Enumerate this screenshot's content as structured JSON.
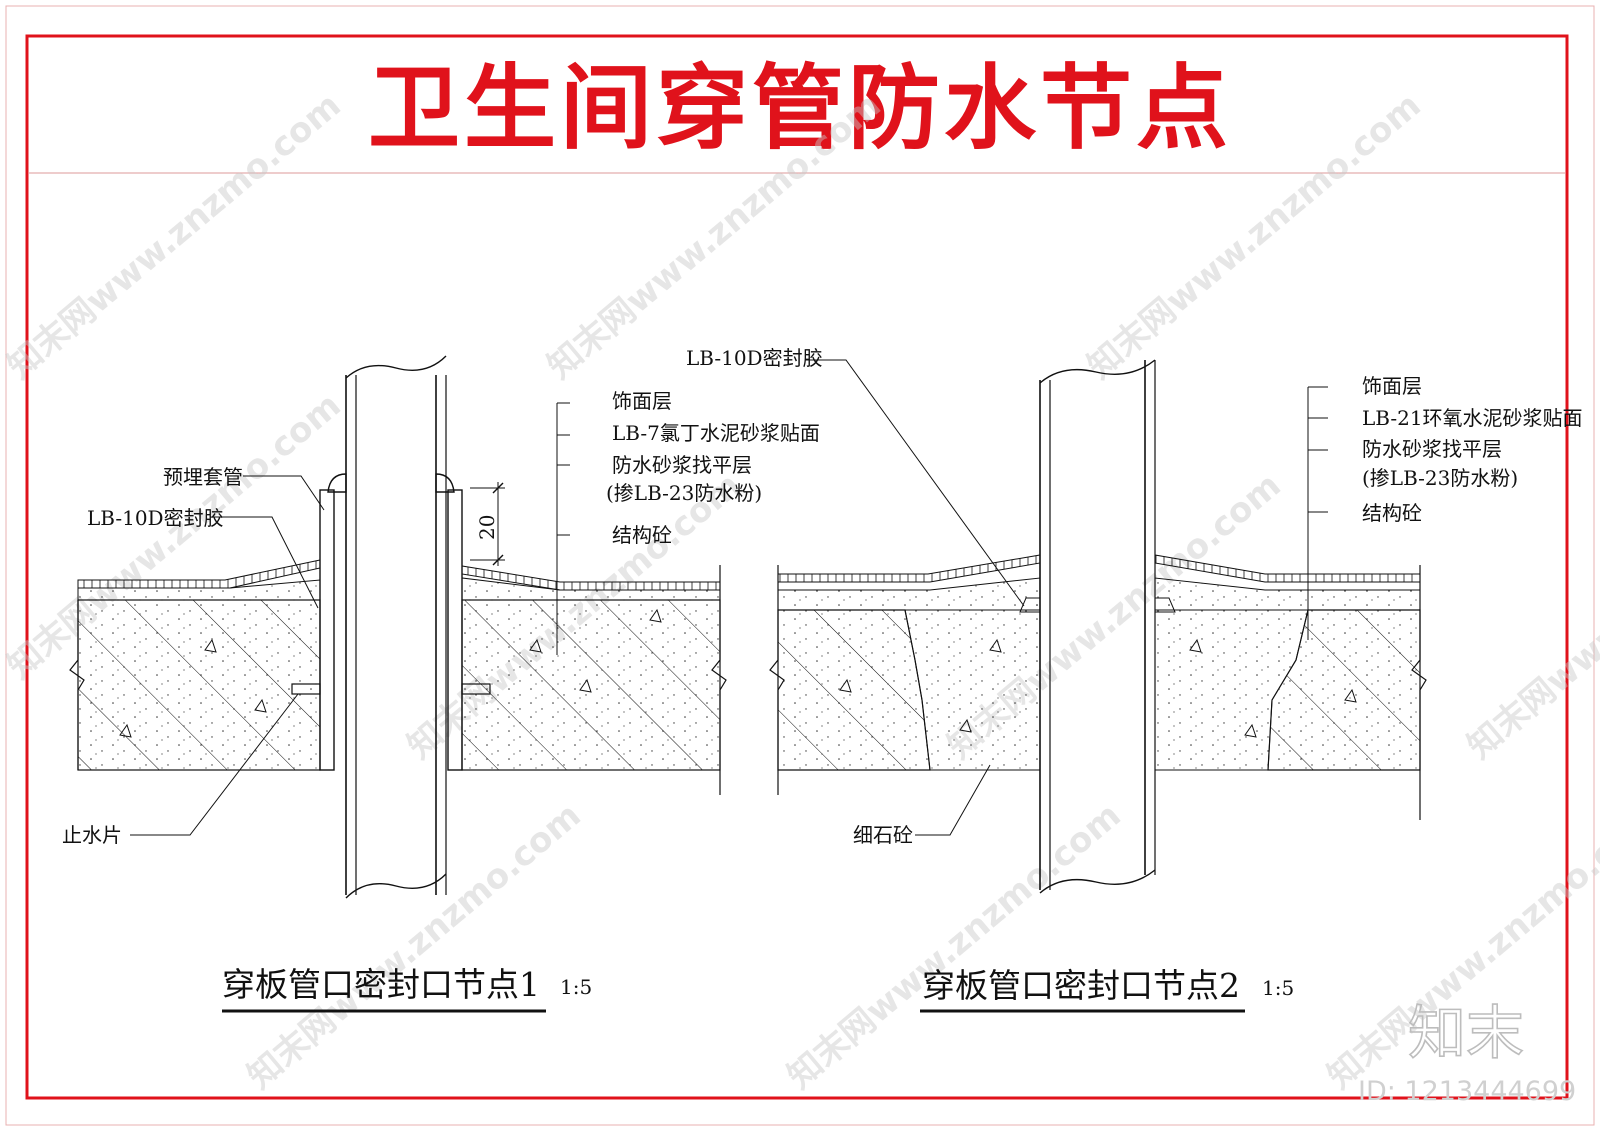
{
  "title": "卫生间穿管防水节点",
  "colors": {
    "border": "#e0121b",
    "title": "#e0121b",
    "line": "#111111",
    "watermark": "#c8c8c8"
  },
  "detail1": {
    "caption": "穿板管口密封口节点1",
    "scale": "1:5",
    "labels": {
      "sleeve": "预埋套管",
      "sealant": "LB-10D密封胶",
      "waterstop": "止水片",
      "finish": "饰面层",
      "adhesive": "LB-7氯丁水泥砂浆贴面",
      "leveling": "防水砂浆找平层",
      "additive": "(掺LB-23防水粉)",
      "structure": "结构砼",
      "dimension": "20"
    }
  },
  "detail2": {
    "caption": "穿板管口密封口节点2",
    "scale": "1:5",
    "labels": {
      "sealant": "LB-10D密封胶",
      "finish": "饰面层",
      "adhesive": "LB-21环氧水泥砂浆贴面",
      "leveling": "防水砂浆找平层",
      "additive": "(掺LB-23防水粉)",
      "structure": "结构砼",
      "fine_concrete": "细石砼"
    }
  },
  "watermark": {
    "text": "知末网www.znzmo.com"
  },
  "brand": {
    "logo": "知末",
    "id": "ID: 1213444699"
  }
}
